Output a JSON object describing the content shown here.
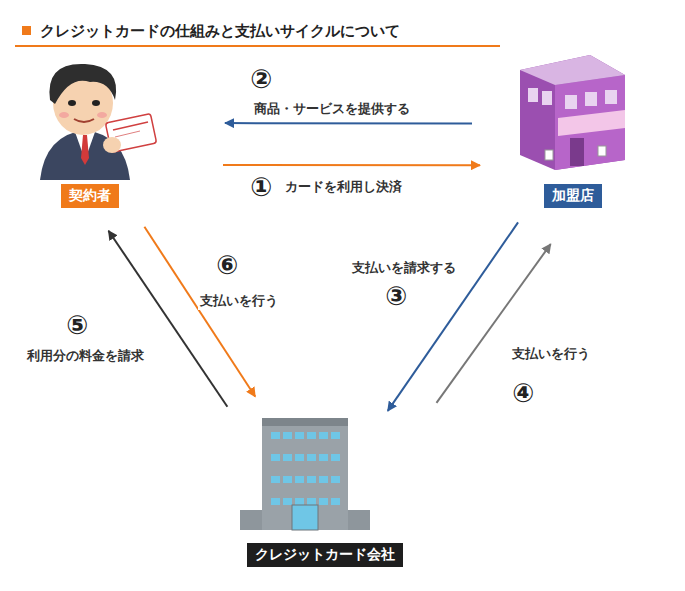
{
  "diagram": {
    "title": "クレジットカードの仕組みと支払いサイクルについて",
    "nodes": [
      {
        "text": [
          "契約者"
        ]
      },
      {
        "text": [
          "加盟店"
        ]
      },
      {
        "text": [
          "クレジットカード会社"
        ]
      }
    ],
    "edges": [
      {
        "from": 0,
        "to": 1,
        "label": "カードを利用し決済",
        "arrow": "to"
      },
      {
        "from": 1,
        "to": 0,
        "label": "商品・サービスを提供する",
        "arrow": "to"
      },
      {
        "from": 1,
        "to": 2,
        "label": "支払いを請求する",
        "arrow": "to"
      },
      {
        "from": 2,
        "to": 1,
        "label": "支払いを行う",
        "arrow": "to"
      },
      {
        "from": 2,
        "to": 0,
        "label": "利用分の料金を請求",
        "arrow": "to"
      },
      {
        "from": 0,
        "to": 2,
        "label": "支払いを行う",
        "arrow": "to"
      }
    ],
    "labels": [
      "①",
      "②",
      "③",
      "④",
      "⑤",
      "⑥"
    ]
  }
}
